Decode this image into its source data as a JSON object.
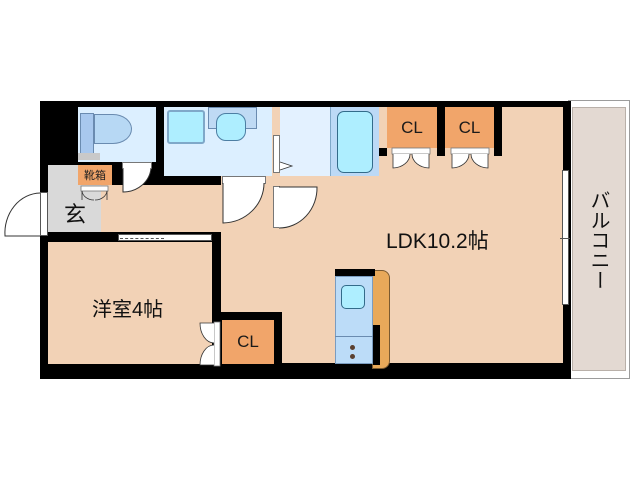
{
  "floorplan": {
    "rooms": {
      "ldk": {
        "label": "LDK10.2帖",
        "type": "living-dining-kitchen",
        "size_jo": 10.2
      },
      "western_room": {
        "label": "洋室4帖",
        "type": "western-style-room",
        "size_jo": 4
      },
      "entrance": {
        "label": "玄",
        "type": "entrance"
      },
      "shoe_box": {
        "label": "靴箱",
        "type": "shoe-cabinet"
      },
      "balcony": {
        "label": "バルコニー",
        "type": "balcony"
      },
      "closets": [
        {
          "label": "CL",
          "location": "ldk-top-left"
        },
        {
          "label": "CL",
          "location": "ldk-top-right"
        },
        {
          "label": "CL",
          "location": "western-room"
        }
      ],
      "toilet": {
        "type": "toilet"
      },
      "washroom": {
        "type": "washroom"
      },
      "bathroom": {
        "type": "bathroom"
      }
    },
    "colors": {
      "floor": "#f2d2b6",
      "wall": "#000000",
      "closet": "#f1a56a",
      "wet_area": "#dcefff",
      "fixture": "#aeeeff",
      "entrance": "#d9d9d9",
      "balcony": "#e3d9d2",
      "counter": "#e8a95a"
    }
  }
}
